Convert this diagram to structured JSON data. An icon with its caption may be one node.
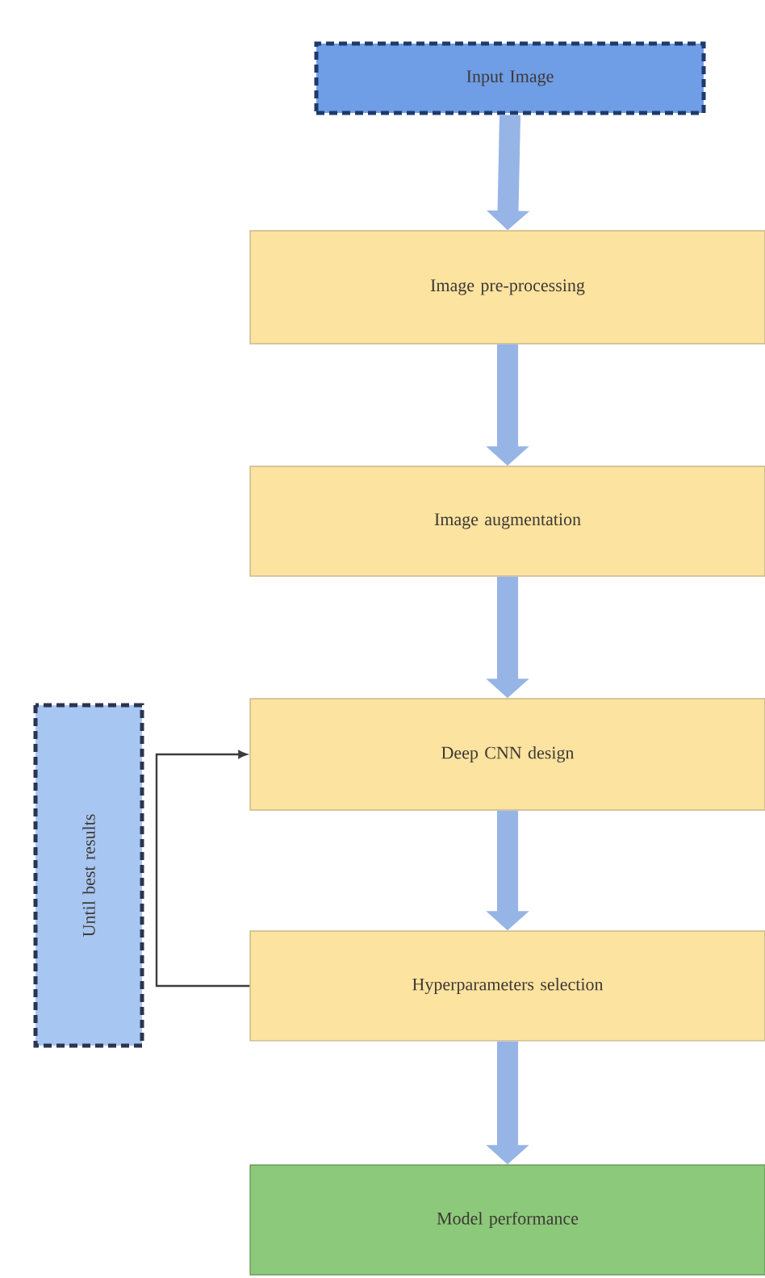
{
  "diagram": {
    "nodes": [
      {
        "text": [
          "Input Image"
        ]
      },
      {
        "text": [
          "Image pre-processing"
        ]
      },
      {
        "text": [
          "Image augmentation"
        ]
      },
      {
        "text": [
          "Deep CNN design"
        ]
      },
      {
        "text": [
          "Hyperparameters selection"
        ]
      },
      {
        "text": [
          "Model performance"
        ]
      },
      {
        "text": [
          "Until best results"
        ]
      }
    ],
    "edges": [
      {
        "from": 0,
        "to": 1,
        "arrow": "to"
      },
      {
        "from": 1,
        "to": 2,
        "arrow": "to"
      },
      {
        "from": 2,
        "to": 3,
        "arrow": "to"
      },
      {
        "from": 3,
        "to": 4,
        "arrow": "to"
      },
      {
        "from": 4,
        "to": 5,
        "arrow": "to"
      },
      {
        "from": 4,
        "to": 3,
        "arrow": "to",
        "color": "#3c3c3c"
      }
    ]
  }
}
